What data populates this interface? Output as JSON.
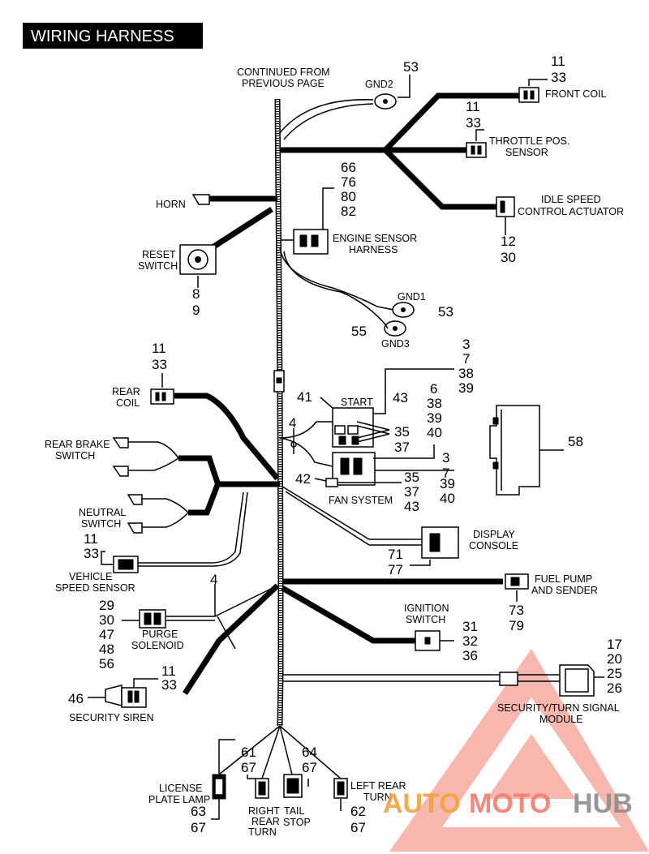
{
  "title": "WIRING HARNESS",
  "labels": {
    "continued": [
      "CONTINUED FROM",
      "PREVIOUS PAGE"
    ],
    "gnd2": "GND2",
    "front_coil": "FRONT  COIL",
    "throttle": [
      "THROTTLE POS.",
      "SENSOR"
    ],
    "idle": [
      "IDLE SPEED",
      "CONTROL ACTUATOR"
    ],
    "horn": "HORN",
    "engine_sensor": [
      "ENGINE SENSOR",
      "HARNESS"
    ],
    "reset_switch": [
      "RESET",
      "SWITCH"
    ],
    "gnd1": "GND1",
    "gnd3": "GND3",
    "rear_coil": [
      "REAR",
      "COIL"
    ],
    "start": "START",
    "rear_brake": [
      "REAR BRAKE",
      "SWITCH"
    ],
    "fan_system": "FAN SYSTEM",
    "neutral": [
      "NEUTRAL",
      "SWITCH"
    ],
    "vss": [
      "VEHICLE",
      "SPEED SENSOR"
    ],
    "display": [
      "DISPLAY",
      "CONSOLE"
    ],
    "fuel_pump": [
      "FUEL PUMP",
      "AND SENDER"
    ],
    "ignition": [
      "IGNITION",
      "SWITCH"
    ],
    "purge": [
      "PURGE",
      "SOLENOID"
    ],
    "security_module": [
      "SECURITY/TURN SIGNAL",
      "MODULE"
    ],
    "security_siren": "SECURITY SIREN",
    "license": [
      "LICENSE",
      "PLATE LAMP"
    ],
    "right_rear": [
      "RIGHT",
      "REAR",
      "TURN"
    ],
    "tail_stop": [
      "TAIL",
      "STOP"
    ],
    "left_rear": [
      "LEFT REAR",
      "TURN"
    ]
  },
  "numbers": {
    "n53a": "53",
    "front_coil": [
      "11",
      "33"
    ],
    "throttle": [
      "11",
      "33"
    ],
    "engine_sensor": [
      "66",
      "76",
      "80",
      "82"
    ],
    "idle": [
      "12",
      "30"
    ],
    "reset": [
      "8",
      "9"
    ],
    "gnd1": "53",
    "gnd3": "55",
    "rear_coil": [
      "11",
      "33"
    ],
    "start_top": [
      "3",
      "7",
      "38",
      "39"
    ],
    "n41": "41",
    "n43a": "43",
    "start_right": [
      "6",
      "38",
      "39",
      "40"
    ],
    "n4a": "4",
    "mid": [
      "35",
      "37"
    ],
    "n58": "58",
    "n42": "42",
    "fan_right": [
      "3",
      "7"
    ],
    "fan_mid": [
      "35",
      "37",
      "43"
    ],
    "fan_far": [
      "39",
      "40"
    ],
    "vss": [
      "11",
      "33"
    ],
    "display": [
      "71",
      "77"
    ],
    "n4b": "4",
    "purge": [
      "29",
      "30",
      "47",
      "48",
      "56"
    ],
    "fuel_pump": [
      "73",
      "79"
    ],
    "ignition": [
      "31",
      "32",
      "36"
    ],
    "security_module": [
      "17",
      "20",
      "25",
      "26"
    ],
    "siren_top": [
      "11",
      "33"
    ],
    "n46": "46",
    "right_rear": [
      "61",
      "67"
    ],
    "tail_stop": [
      "64",
      "67"
    ],
    "license": [
      "63",
      "67"
    ],
    "left_rear": [
      "62",
      "67"
    ]
  },
  "watermark": {
    "part1": "AUTO",
    "part2": "MOTO",
    "part3": "HUB",
    "color_orange": "#f3a23a",
    "color_red": "#f27d6e",
    "color_gray": "#8c8c8c"
  }
}
